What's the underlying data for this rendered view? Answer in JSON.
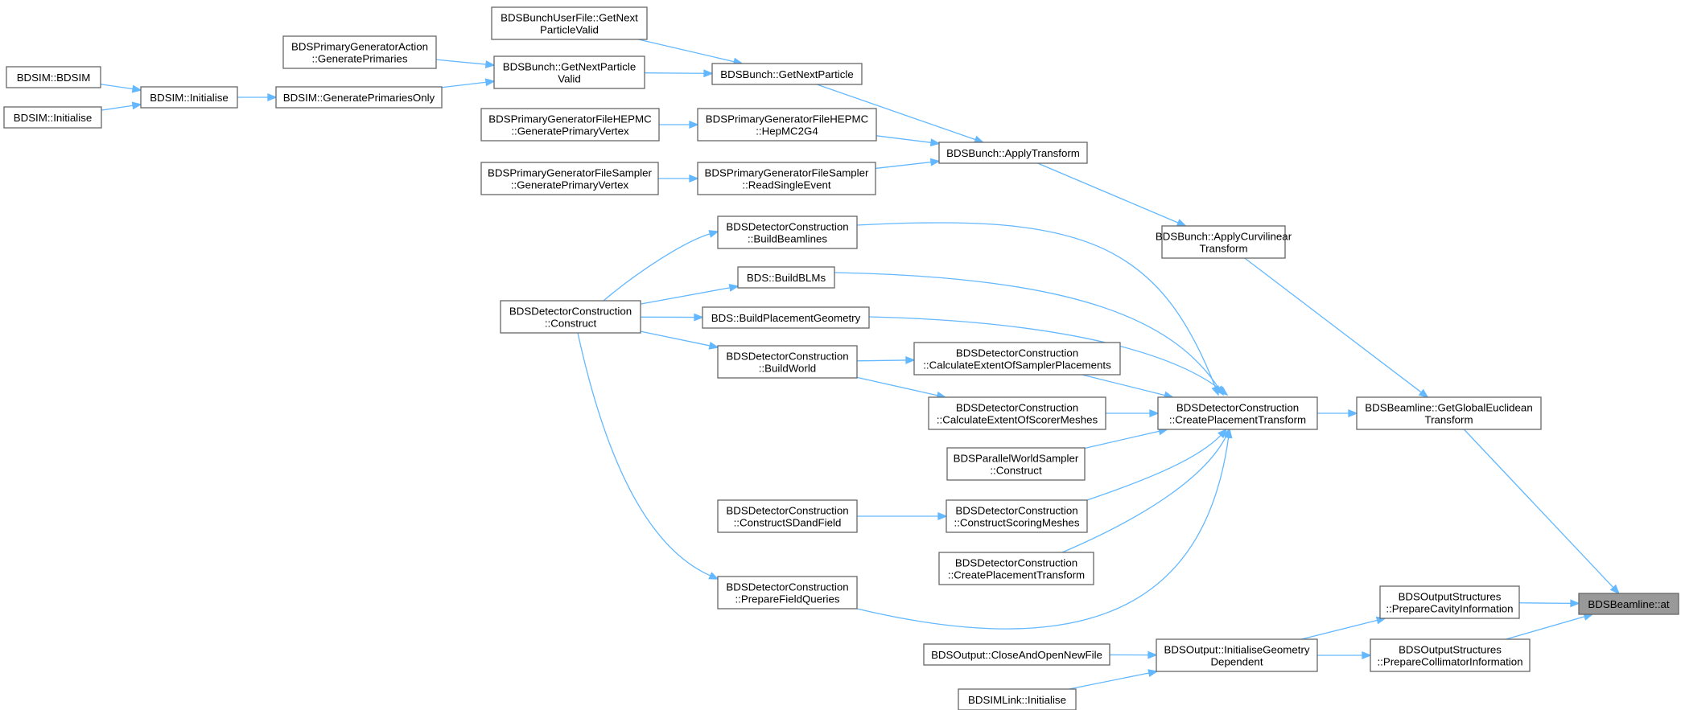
{
  "nodes": {
    "at": [
      "BDSBeamline::at"
    ],
    "getGlobalEuclidean": [
      "BDSBeamline::GetGlobalEuclidean",
      "Transform"
    ],
    "prepCavity": [
      "BDSOutputStructures",
      "::PrepareCavityInformation"
    ],
    "prepCollimator": [
      "BDSOutputStructures",
      "::PrepareCollimatorInformation"
    ],
    "applyCurvilinear": [
      "BDSBunch::ApplyCurvilinear",
      "Transform"
    ],
    "createPlacement": [
      "BDSDetectorConstruction",
      "::CreatePlacementTransform"
    ],
    "initGeomDep": [
      "BDSOutput::InitialiseGeometry",
      "Dependent"
    ],
    "applyTransform": [
      "BDSBunch::ApplyTransform"
    ],
    "getNextParticle": [
      "BDSBunch::GetNextParticle"
    ],
    "hepMC2G4": [
      "BDSPrimaryGeneratorFileHEPMC",
      "::HepMC2G4"
    ],
    "readSingleEvent": [
      "BDSPrimaryGeneratorFileSampler",
      "::ReadSingleEvent"
    ],
    "userFileGetNext": [
      "BDSBunchUserFile::GetNext",
      "ParticleValid"
    ],
    "getNextValid": [
      "BDSBunch::GetNextParticle",
      "Valid"
    ],
    "genPrimariesAction": [
      "BDSPrimaryGeneratorAction",
      "::GeneratePrimaries"
    ],
    "genPrimariesOnly": [
      "BDSIM::GeneratePrimariesOnly"
    ],
    "bdsimInitialise1": [
      "BDSIM::Initialise"
    ],
    "bdsimBdsim": [
      "BDSIM::BDSIM"
    ],
    "bdsimInitialise2": [
      "BDSIM::Initialise"
    ],
    "hepmcGenVertex": [
      "BDSPrimaryGeneratorFileHEPMC",
      "::GeneratePrimaryVertex"
    ],
    "samplerGenVertex": [
      "BDSPrimaryGeneratorFileSampler",
      "::GeneratePrimaryVertex"
    ],
    "buildBeamlines": [
      "BDSDetectorConstruction",
      "::BuildBeamlines"
    ],
    "buildBLMs": [
      "BDS::BuildBLMs"
    ],
    "buildPlacementGeom": [
      "BDS::BuildPlacementGeometry"
    ],
    "calcExtentSampler": [
      "BDSDetectorConstruction",
      "::CalculateExtentOfSamplerPlacements"
    ],
    "calcExtentScorer": [
      "BDSDetectorConstruction",
      "::CalculateExtentOfScorerMeshes"
    ],
    "parallelWorldConstruct": [
      "BDSParallelWorldSampler",
      "::Construct"
    ],
    "constructScoring": [
      "BDSDetectorConstruction",
      "::ConstructScoringMeshes"
    ],
    "createPlacementSelf": [
      "BDSDetectorConstruction",
      "::CreatePlacementTransform"
    ],
    "prepareFieldQueries": [
      "BDSDetectorConstruction",
      "::PrepareFieldQueries"
    ],
    "buildWorld": [
      "BDSDetectorConstruction",
      "::BuildWorld"
    ],
    "construct": [
      "BDSDetectorConstruction",
      "::Construct"
    ],
    "constructSDandField": [
      "BDSDetectorConstruction",
      "::ConstructSDandField"
    ],
    "closeAndOpen": [
      "BDSOutput::CloseAndOpenNewFile"
    ],
    "bdsimLinkInit": [
      "BDSIMLink::Initialise"
    ]
  },
  "edges": [
    [
      "getGlobalEuclidean",
      "at"
    ],
    [
      "prepCavity",
      "at"
    ],
    [
      "prepCollimator",
      "at"
    ],
    [
      "applyCurvilinear",
      "getGlobalEuclidean"
    ],
    [
      "createPlacement",
      "getGlobalEuclidean"
    ],
    [
      "initGeomDep",
      "prepCavity"
    ],
    [
      "initGeomDep",
      "prepCollimator"
    ],
    [
      "applyTransform",
      "applyCurvilinear"
    ],
    [
      "getNextParticle",
      "applyTransform"
    ],
    [
      "hepMC2G4",
      "applyTransform"
    ],
    [
      "readSingleEvent",
      "applyTransform"
    ],
    [
      "userFileGetNext",
      "getNextParticle"
    ],
    [
      "getNextValid",
      "getNextParticle"
    ],
    [
      "genPrimariesAction",
      "getNextValid"
    ],
    [
      "genPrimariesOnly",
      "getNextValid"
    ],
    [
      "bdsimInitialise1",
      "genPrimariesOnly"
    ],
    [
      "bdsimBdsim",
      "bdsimInitialise1"
    ],
    [
      "bdsimInitialise2",
      "bdsimInitialise1"
    ],
    [
      "hepmcGenVertex",
      "hepMC2G4"
    ],
    [
      "samplerGenVertex",
      "readSingleEvent"
    ],
    [
      "buildBeamlines",
      "createPlacement"
    ],
    [
      "buildBLMs",
      "createPlacement"
    ],
    [
      "buildPlacementGeom",
      "createPlacement"
    ],
    [
      "calcExtentSampler",
      "createPlacement"
    ],
    [
      "calcExtentScorer",
      "createPlacement"
    ],
    [
      "parallelWorldConstruct",
      "createPlacement"
    ],
    [
      "constructScoring",
      "createPlacement"
    ],
    [
      "createPlacementSelf",
      "createPlacement"
    ],
    [
      "prepareFieldQueries",
      "createPlacement"
    ],
    [
      "construct",
      "buildBeamlines"
    ],
    [
      "construct",
      "buildBLMs"
    ],
    [
      "construct",
      "buildPlacementGeom"
    ],
    [
      "construct",
      "buildWorld"
    ],
    [
      "construct",
      "prepareFieldQueries"
    ],
    [
      "buildWorld",
      "calcExtentSampler"
    ],
    [
      "buildWorld",
      "calcExtentScorer"
    ],
    [
      "constructSDandField",
      "constructScoring"
    ],
    [
      "closeAndOpen",
      "initGeomDep"
    ],
    [
      "bdsimLinkInit",
      "initGeomDep"
    ]
  ],
  "colors": {
    "edge": "#63b8ff",
    "node_border": "#666666",
    "node_fill": "#ffffff",
    "root_fill": "#999999",
    "text": "#000000"
  }
}
